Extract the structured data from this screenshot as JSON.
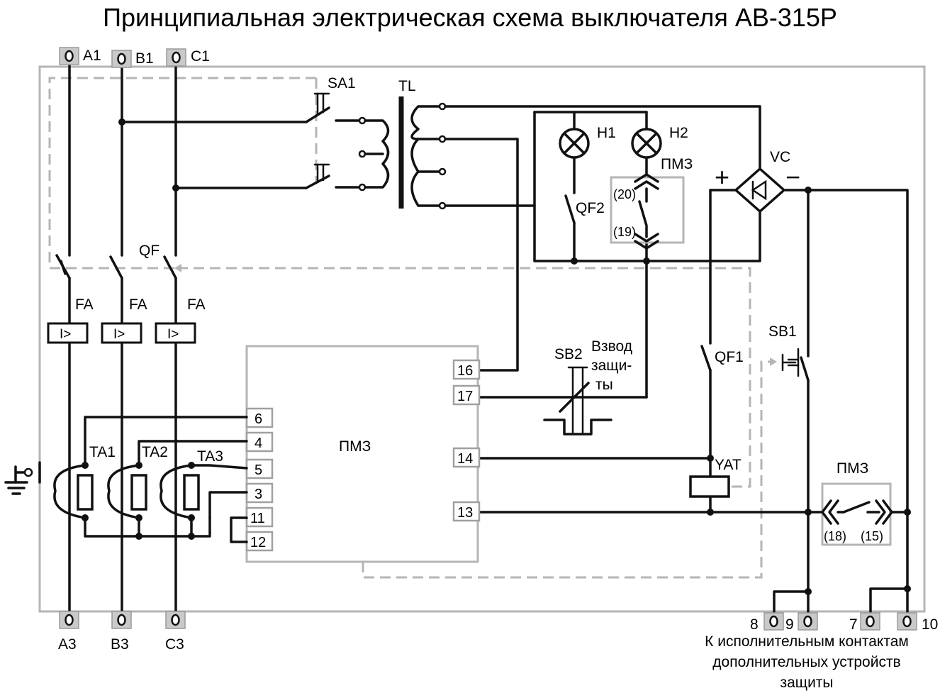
{
  "title": "Принципиальная электрическая схема выключателя АВ-315Р",
  "terminals_top": [
    "A1",
    "B1",
    "C1"
  ],
  "terminals_bottom": [
    "A3",
    "B3",
    "C3"
  ],
  "terminals_aux": [
    "8",
    "9",
    "7",
    "10"
  ],
  "labels": {
    "sa1": "SA1",
    "tl": "TL",
    "qf": "QF",
    "fa": "FA",
    "fa_symbol": "I>",
    "h1": "H1",
    "h2": "H2",
    "pmz": "ПМЗ",
    "qf2": "QF2",
    "vc": "VC",
    "plus": "+",
    "minus": "−",
    "c20": "(20)",
    "c19": "(19)",
    "c18": "(18)",
    "c15": "(15)",
    "sb1": "SB1",
    "sb2": "SB2",
    "vzvod": [
      "Взвод",
      "защи-",
      "ты"
    ],
    "qf1": "QF1",
    "yat": "YAT",
    "ta1": "TA1",
    "ta2": "TA2",
    "ta3": "TA3"
  },
  "pmz_left_pins": [
    "6",
    "4",
    "5",
    "3",
    "11",
    "12"
  ],
  "pmz_right_pins": [
    "16",
    "17",
    "14",
    "13"
  ],
  "caption": [
    "К исполнительным контактам",
    "дополнительных устройств",
    "защиты"
  ]
}
